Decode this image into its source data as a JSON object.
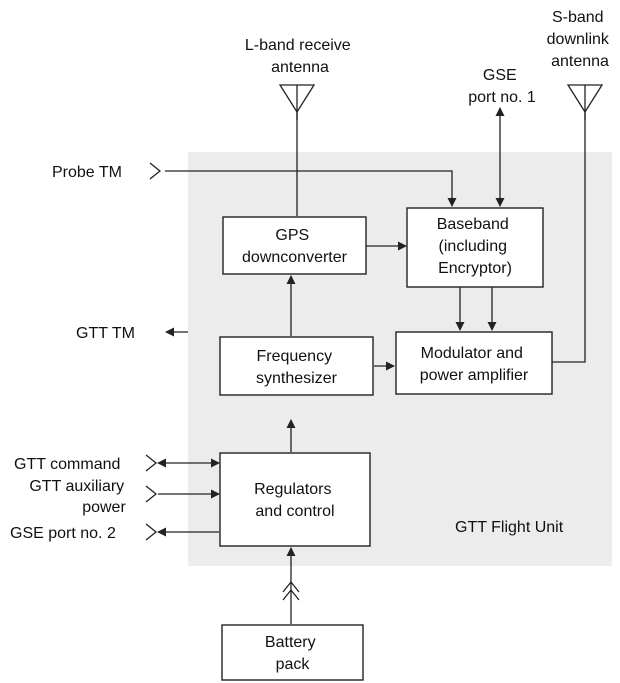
{
  "unit_label": "GTT Flight Unit",
  "antennas": {
    "l_band": [
      "L-band receive",
      "antenna"
    ],
    "s_band": [
      "S-band",
      "downlink",
      "antenna"
    ]
  },
  "gse_port_1": [
    "GSE",
    "port no. 1"
  ],
  "blocks": {
    "gps": [
      "GPS",
      "downconverter"
    ],
    "baseband": [
      "Baseband",
      "(including",
      "Encryptor)"
    ],
    "freq": [
      "Frequency",
      "synthesizer"
    ],
    "modulator": [
      "Modulator and",
      "power amplifier"
    ],
    "regulators": [
      "Regulators",
      "and control"
    ],
    "battery": [
      "Battery",
      "pack"
    ]
  },
  "external": {
    "probe_tm": "Probe TM",
    "gtt_tm": "GTT TM",
    "gtt_command": "GTT command",
    "gtt_aux_power": [
      "GTT auxiliary",
      "power"
    ],
    "gse_port_2": "GSE port no. 2"
  },
  "colors": {
    "unit_background": "#ececec",
    "line": "#222222"
  }
}
